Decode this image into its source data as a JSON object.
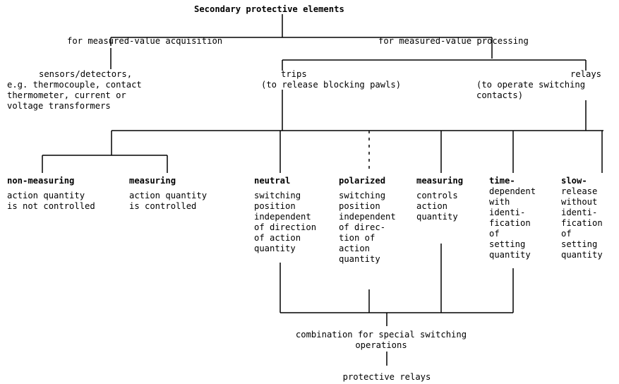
{
  "title": "Secondary protective elements",
  "level1": {
    "acquisition": "for measured-value acquisition",
    "processing": "for measured-value processing"
  },
  "sensors": [
    "sensors/detectors,",
    "e.g. thermocouple, contact",
    "thermometer, current or",
    "voltage transformers"
  ],
  "trips": {
    "label": "trips",
    "desc": "(to release blocking pawls)"
  },
  "relays": {
    "label": "relays",
    "desc": [
      "(to operate switching",
      "contacts)"
    ]
  },
  "categories": [
    {
      "label": "non-measuring",
      "desc": [
        "action quantity",
        "is not controlled"
      ]
    },
    {
      "label": "measuring",
      "desc": [
        "action quantity",
        "is controlled"
      ]
    },
    {
      "label": "neutral",
      "desc": [
        "switching",
        "position",
        "independent",
        "of direction",
        "of action",
        "quantity"
      ]
    },
    {
      "label": "polarized",
      "desc": [
        "switching",
        "position",
        "independent",
        "of direc-",
        "tion of",
        "action",
        "quantity"
      ]
    },
    {
      "label": "measuring",
      "desc": [
        "controls",
        "action",
        "quantity"
      ]
    },
    {
      "label": "time-",
      "desc": [
        "dependent",
        "with",
        "identi-",
        "fication",
        "of",
        "setting",
        "quantity"
      ]
    },
    {
      "label": "slow-",
      "desc": [
        "release",
        "without",
        "identi-",
        "fication",
        "of",
        "setting",
        "quantity"
      ]
    }
  ],
  "combination": [
    "combination for special switching",
    "operations"
  ],
  "result": "protective relays"
}
